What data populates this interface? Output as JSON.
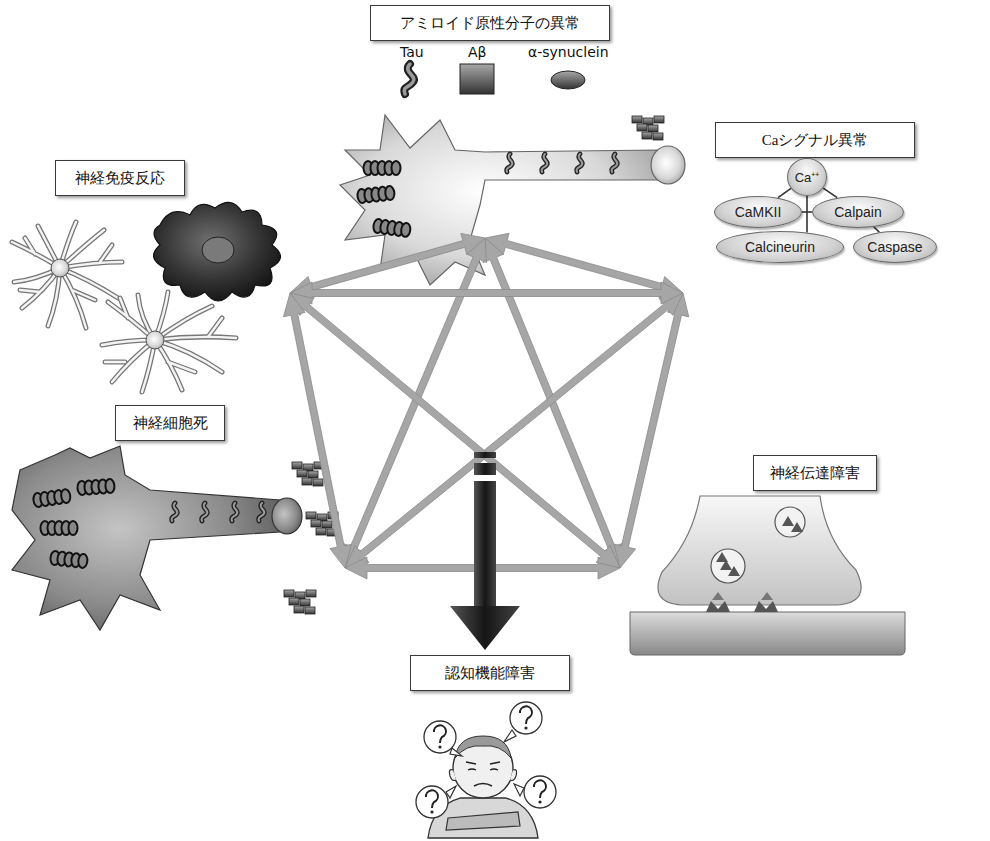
{
  "diagram": {
    "nodes": [
      {
        "text": [
          "アミロイド原性分子の異常"
        ]
      },
      {
        "text": [
          "Caシグナル異常"
        ]
      },
      {
        "text": [
          "Ca⁺⁺"
        ]
      },
      {
        "text": [
          "CaMKII"
        ]
      },
      {
        "text": [
          "Calpain"
        ]
      },
      {
        "text": [
          "Calcineurin"
        ]
      },
      {
        "text": [
          "Caspase"
        ]
      },
      {
        "text": [
          "神経免疫反応"
        ]
      },
      {
        "text": [
          "神経細胞死"
        ]
      },
      {
        "text": [
          "神経伝達障害"
        ]
      },
      {
        "text": [
          "認知機能障害"
        ]
      }
    ],
    "edges": [
      {
        "from": 0,
        "to": 1,
        "arrow": "both"
      },
      {
        "from": 0,
        "to": 9,
        "arrow": "both"
      },
      {
        "from": 0,
        "to": 8,
        "arrow": "both"
      },
      {
        "from": 0,
        "to": 7,
        "arrow": "both"
      },
      {
        "from": 1,
        "to": 9,
        "arrow": "both"
      },
      {
        "from": 1,
        "to": 8,
        "arrow": "both"
      },
      {
        "from": 1,
        "to": 7,
        "arrow": "both"
      },
      {
        "from": 9,
        "to": 8,
        "arrow": "both"
      },
      {
        "from": 9,
        "to": 7,
        "arrow": "both"
      },
      {
        "from": 8,
        "to": 7,
        "arrow": "both"
      },
      {
        "from": 2,
        "to": 3,
        "arrow": "none"
      },
      {
        "from": 2,
        "to": 4,
        "arrow": "none"
      },
      {
        "from": 2,
        "to": 5,
        "arrow": "none"
      },
      {
        "from": 3,
        "to": 4,
        "arrow": "none"
      },
      {
        "from": 4,
        "to": 6,
        "arrow": "none"
      }
    ],
    "labels": [
      "Tau",
      "Aβ",
      "α-synuclein"
    ]
  }
}
